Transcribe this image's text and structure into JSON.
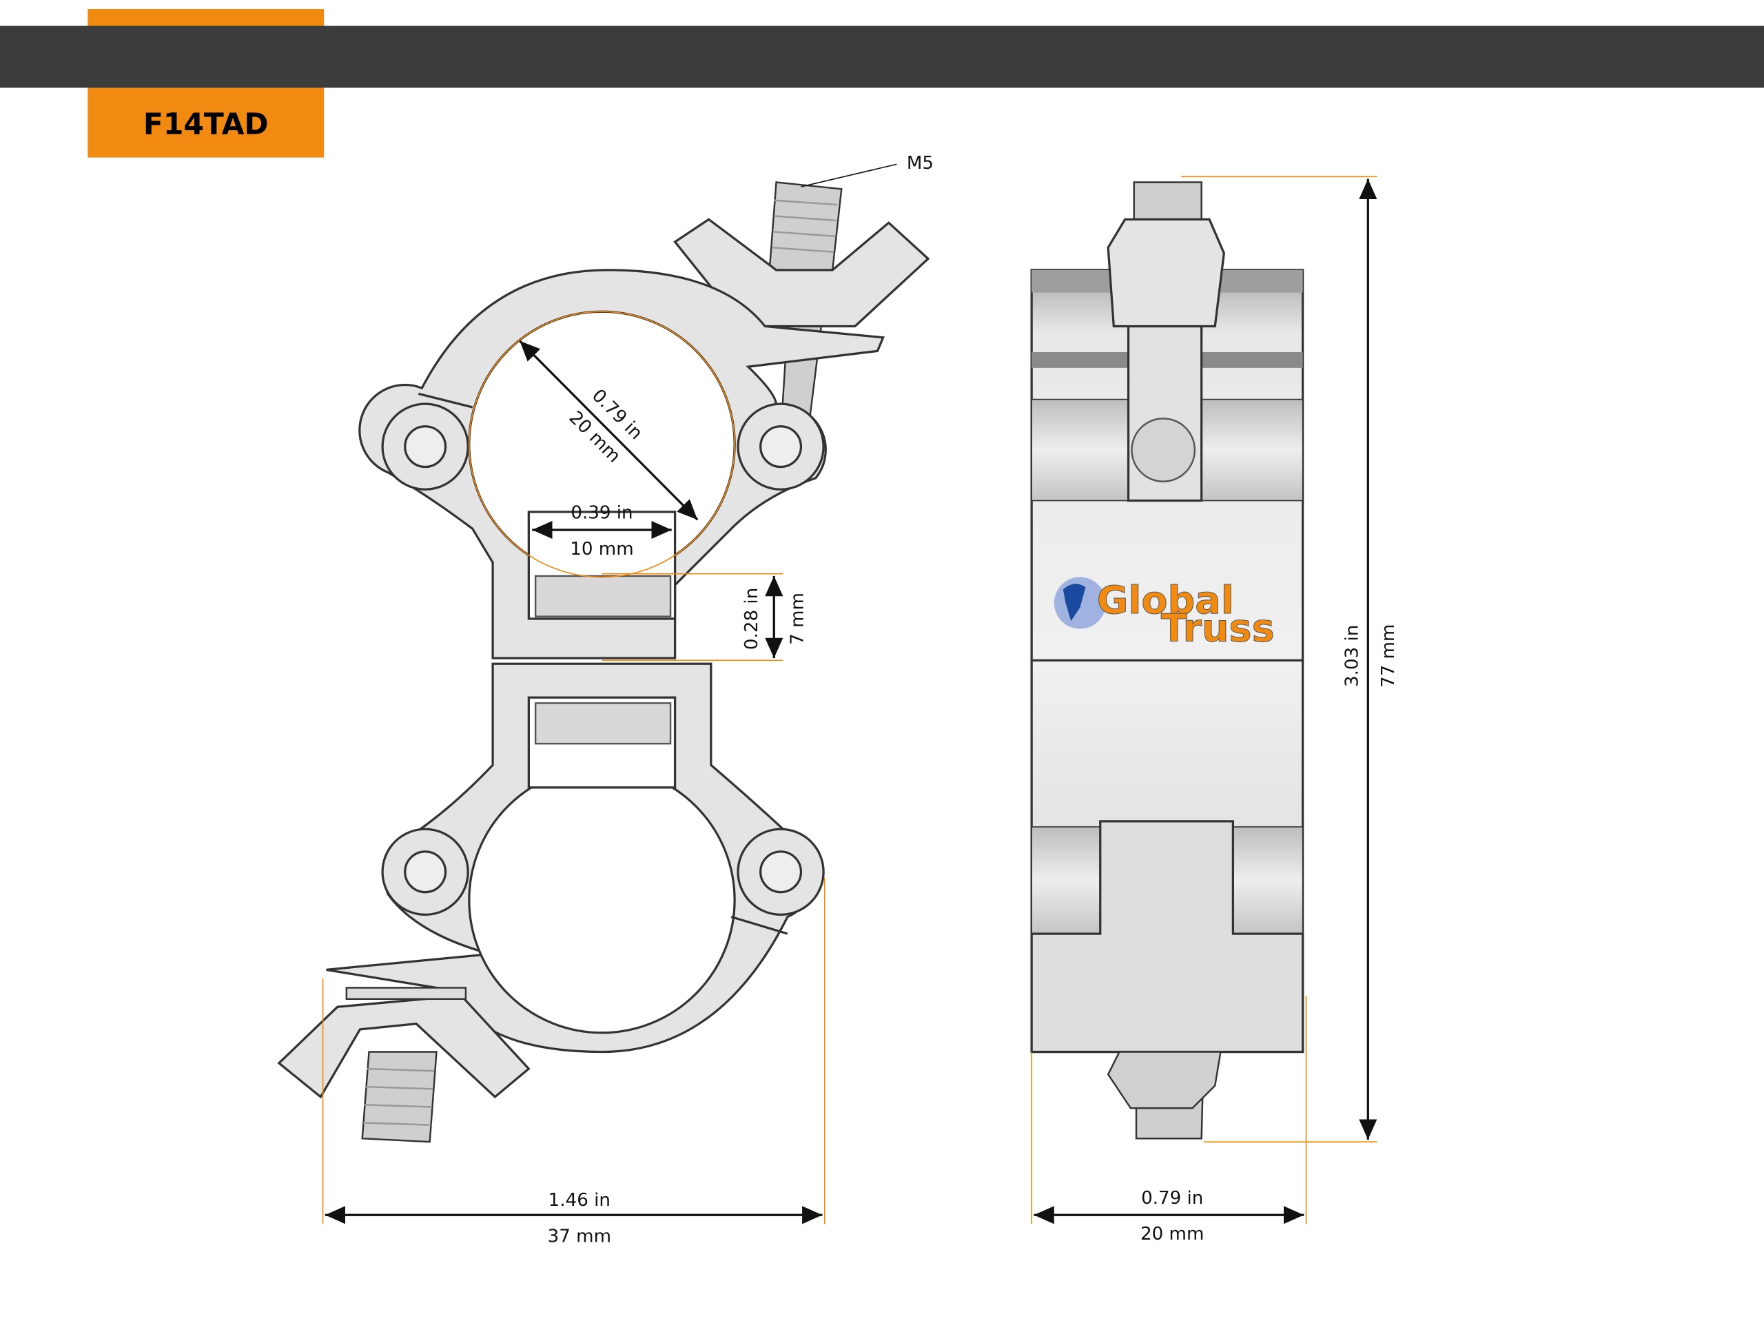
{
  "header": {
    "model": "F14TAD",
    "bar_color": "#3c3c3c",
    "accent_color": "#f08a10"
  },
  "callouts": {
    "thread": "M5"
  },
  "dimensions": {
    "tube_diameter_in": "0.79 in",
    "tube_diameter_mm": "20 mm",
    "slot_width_in": "0.39 in",
    "slot_width_mm": "10 mm",
    "gap_in": "0.28 in",
    "gap_mm": "7 mm",
    "overall_width_in": "1.46 in",
    "overall_width_mm": "37 mm",
    "side_width_in": "0.79 in",
    "side_width_mm": "20 mm",
    "height_in": "3.03 in",
    "height_mm": "77 mm"
  },
  "logo": {
    "line1": "Global",
    "line2": "Truss"
  }
}
